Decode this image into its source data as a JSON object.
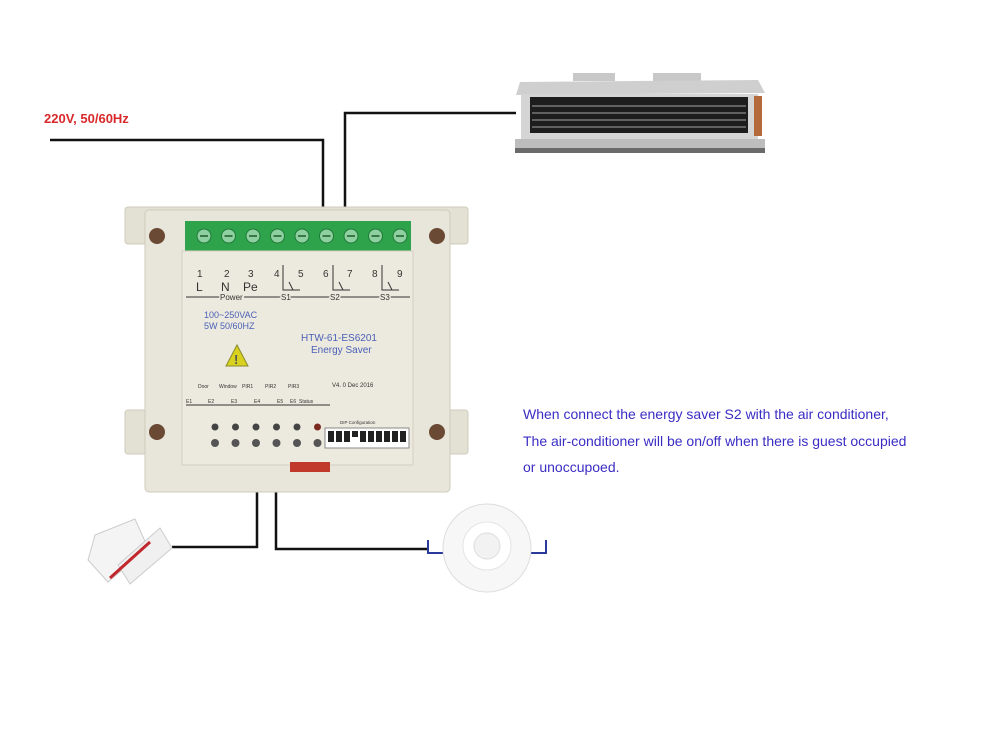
{
  "power_label": "220V, 50/60Hz",
  "description": {
    "lines": [
      "When connect the energy saver S2 with the air conditioner,",
      "The air-conditioner will be on/off when there is guest occupied",
      "or unoccupoed."
    ]
  },
  "device": {
    "terminals": [
      "1",
      "2",
      "3",
      "4",
      "5",
      "6",
      "7",
      "8",
      "9"
    ],
    "terminal_letters": [
      "L",
      "N",
      "Pe"
    ],
    "groups": [
      "Power",
      "S1",
      "S2",
      "S3"
    ],
    "rating": [
      "100~250VAC",
      "5W 50/60HZ"
    ],
    "model": "HTW-61-ES6201",
    "name": "Energy Saver",
    "version": "V4. 0 Dec 2016",
    "inputs": [
      "Door",
      "Window",
      "PIR1",
      "PIR2",
      "PIR3"
    ],
    "input_ids": [
      "E1",
      "E2",
      "E3",
      "E4",
      "E5",
      "E6"
    ],
    "status_label": "Status",
    "dip_label": "DIP Configuration",
    "colors": {
      "body": "#e8e6da",
      "terminal": "#2fa24c",
      "warning": "#d8d21e",
      "label_blue": "#4a5fb8"
    }
  },
  "colors": {
    "power_label": "#d9292b",
    "description": "#3a2dc4",
    "wire": "#111111"
  }
}
